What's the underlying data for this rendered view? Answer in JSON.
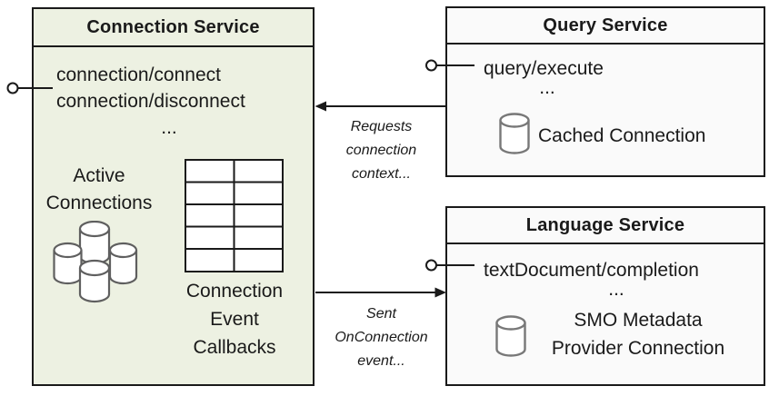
{
  "colors": {
    "canvas_bg": "#ffffff",
    "connection_box_fill": "#edf1e2",
    "service_box_fill": "#fafafa",
    "border": "#1a1a1a",
    "text": "#1a1a1a",
    "cylinder_cluster_stroke": "#5f5f5f",
    "cylinder_stroke": "#787878"
  },
  "connection_service": {
    "title": "Connection Service",
    "methods": [
      "connection/connect",
      "connection/disconnect",
      "..."
    ],
    "active_connections_label": "Active\nConnections",
    "callbacks_label": "Connection\nEvent\nCallbacks",
    "icons": {
      "active_connections": "database-cluster-icon",
      "callbacks": "table-grid-icon",
      "interface": "lollipop-interface-icon"
    }
  },
  "query_service": {
    "title": "Query Service",
    "method": "query/execute",
    "more_indicator": "...",
    "cached_connection_label": "Cached Connection",
    "icons": {
      "cached_connection": "database-icon",
      "interface": "lollipop-interface-icon"
    }
  },
  "language_service": {
    "title": "Language Service",
    "method": "textDocument/completion",
    "more_indicator": "...",
    "provider_connection_label": "SMO Metadata\nProvider Connection",
    "icons": {
      "provider_connection": "database-icon",
      "interface": "lollipop-interface-icon"
    }
  },
  "connectors": {
    "requests_arrow_label": "Requests\nconnection\ncontext...",
    "sent_arrow_label": "Sent\nOnConnection\nevent..."
  }
}
